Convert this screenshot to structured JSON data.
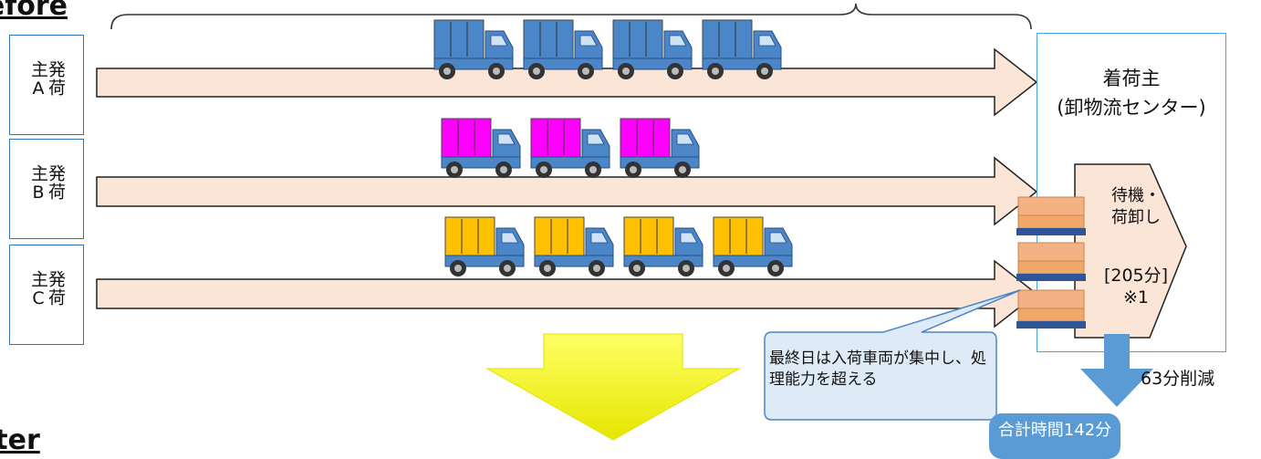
{
  "headings": {
    "before": "Before",
    "after": "After"
  },
  "shippers": [
    {
      "label": "発荷主A"
    },
    {
      "label": "発荷主B"
    },
    {
      "label": "発荷主C"
    }
  ],
  "consignee": {
    "line1": "着荷主",
    "line2": "(卸物流センター)"
  },
  "waiting": {
    "line1": "待機・",
    "line2": "荷卸し",
    "time": "[205分]",
    "note": "※1"
  },
  "callout": {
    "text": "最終日は入荷車両が集中し、処理能力を超える"
  },
  "reduction": {
    "text": "63分削減"
  },
  "total": {
    "text": "合計時間142分"
  },
  "colors": {
    "arrow_fill": "#fbe5d6",
    "arrow_stroke": "#222222",
    "border_blue": "#2e75b6",
    "truck_body": "#4a86c8",
    "cargo_A": "#4a86c8",
    "cargo_B": "#ff00ff",
    "cargo_C": "#ffc000",
    "down_arrow": "#ffff00",
    "pallet_box": "#f4b183",
    "pallet_base": "#2f5597"
  },
  "trucks": {
    "A_count": 4,
    "B_count": 3,
    "C_count": 4
  }
}
